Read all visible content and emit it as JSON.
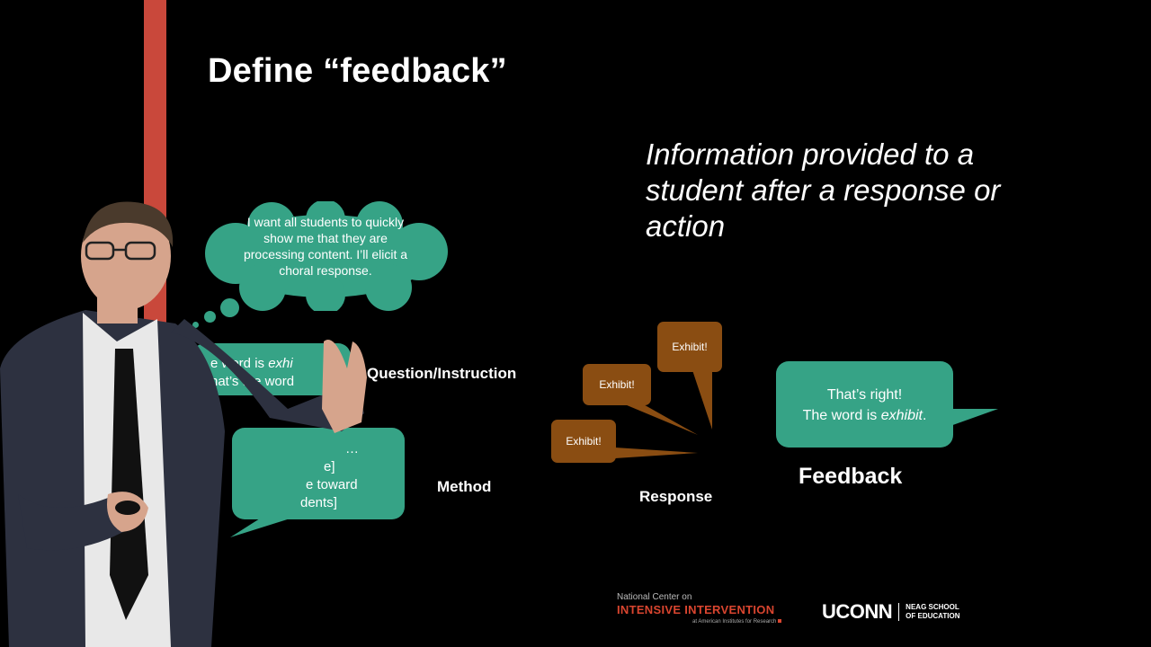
{
  "slide": {
    "title": "Define “feedback”",
    "definition": "Information provided to a student after a response or action"
  },
  "thought_cloud": {
    "text": "I want all students to quickly show me that they are processing content. I’ll elicit a choral response."
  },
  "question_bubble": {
    "line1_prefix": "e word is ",
    "line1_italic": "exhi",
    "line2": "hat’s the word"
  },
  "method_bubble": {
    "line1": "…",
    "line2": "e]",
    "line3": "e toward",
    "line4": "dents]"
  },
  "labels": {
    "question": "Question/Instruction",
    "method": "Method",
    "response": "Response",
    "feedback": "Feedback"
  },
  "responses": [
    "Exhibit!",
    "Exhibit!",
    "Exhibit!"
  ],
  "feedback_bubble": {
    "line1": "That’s right!",
    "line2_prefix": "The word is ",
    "line2_italic": "exhibit",
    "line2_suffix": "."
  },
  "logos": {
    "ncii_line1": "National Center on",
    "ncii_line2": "INTENSIVE INTERVENTION",
    "ncii_line3": "at American Institutes for Research",
    "uconn_word": "UCONN",
    "uconn_school_line1": "NEAG SCHOOL",
    "uconn_school_line2": "OF EDUCATION"
  },
  "colors": {
    "accent_bar": "#c9483b",
    "bubble_green": "#36a386",
    "response_brown": "#8a4d12",
    "ncii_red": "#d9452f"
  }
}
